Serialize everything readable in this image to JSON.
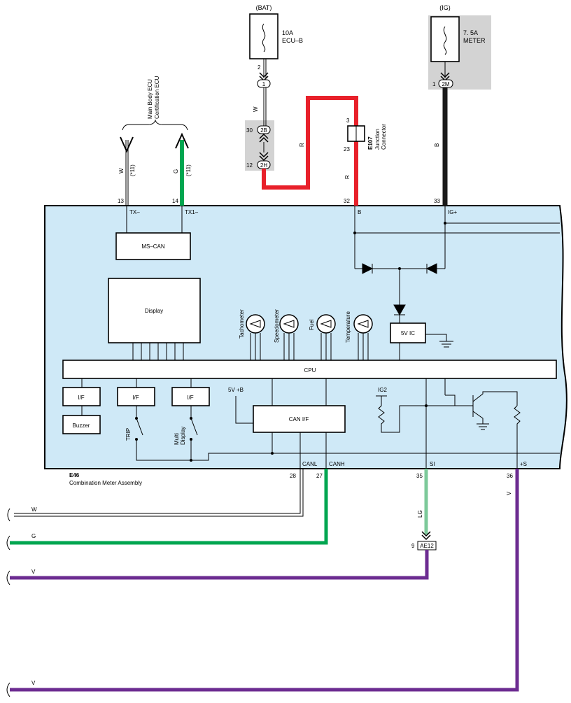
{
  "diagram": {
    "bat_label": "(BAT)",
    "ig_label": "(IG)",
    "fuse_ecu_b": {
      "rating": "10A",
      "name": "ECU–B"
    },
    "fuse_meter": {
      "rating": "7. 5A",
      "name": "METER"
    },
    "main_body_ecu": "Main Body ECU",
    "cert_ecu": "Certification ECU",
    "junction": {
      "id": "E107",
      "line1": "Junction",
      "line2": "Connector",
      "pin_top": "3",
      "pin_bot": "23"
    },
    "pins": {
      "p13": "13",
      "p14": "14",
      "p32": "32",
      "p33": "33",
      "p28": "28",
      "p27": "27",
      "p35": "35",
      "p36": "36",
      "p2": "2",
      "p1": "1",
      "p30": "30",
      "p12": "12",
      "p9": "9"
    },
    "connectors": {
      "c1": "1",
      "c2B": "2B",
      "c2H": "2H",
      "c2M": "2M",
      "cAE12": "AE12"
    },
    "terminals": {
      "tx": "TX–",
      "tx1": "TX1–",
      "b": "B",
      "ig": "IG+",
      "canl": "CANL",
      "canh": "CANH",
      "si": "SI",
      "s": "+S"
    },
    "wire_colors": {
      "w": "W",
      "g": "G",
      "r": "R",
      "b": "B",
      "lg": "LG",
      "v": "V"
    },
    "note_11": "(*11)",
    "blocks": {
      "ms_can": "MS–CAN",
      "display": "Display",
      "cpu": "CPU",
      "ic5v": "5V IC",
      "can_if": "CAN I/F",
      "if": "I/F",
      "buzzer": "Buzzer",
      "trip": "TRIP",
      "multi1": "Multi",
      "multi2": "Display",
      "v5b": "5V +B",
      "ig2": "IG2"
    },
    "gauges": {
      "tacho": "Tachometer",
      "speedo": "Speedometer",
      "fuel": "Fuel",
      "temp": "Temperature"
    },
    "assembly": {
      "id": "E46",
      "name": "Combination Meter Assembly"
    },
    "colors": {
      "panel": "#cfe9f7",
      "red": "#e8202a",
      "green": "#00a650",
      "light_green": "#7cc99a",
      "purple": "#6c2c91",
      "black": "#1a1a1a",
      "gray_bg": "#d3d3d3"
    }
  }
}
